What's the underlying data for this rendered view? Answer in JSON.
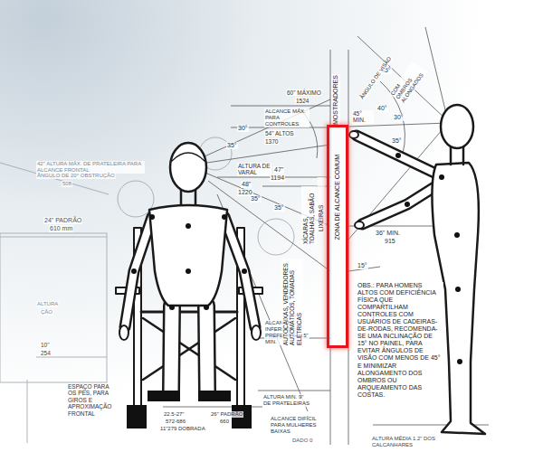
{
  "diagram": {
    "nodes": [
      {
        "text": [
          "ZONA DE ALCANCE COMUM"
        ]
      }
    ],
    "labels": [
      "42\" ALTURA MÁX. DE PRATELEIRA PARA ALCANCE FRONTAL",
      "ÂNGULO DE 20° OBSTRUÇÃO",
      "508",
      "24\" PADRÃO",
      "610 mm",
      "ALTURA",
      "ÇÃO",
      "10\"",
      "254",
      "ESPAÇO PARA OS PÉS, PARA GIROS E APROXIMAÇÃO FRONTAL",
      "22.5-27\"",
      "572-686",
      "11\"279 DOBRADA",
      "26\" PADRÃO",
      "660",
      "ALTURA MIN. 9\" DE PRATELEIRAS",
      "ALCANCE DIFÍCIL PARA MULHERES BAIXAS",
      "DADO 0",
      "ALCANCE INFERIOR PREFERIVEL 15\" MIN.",
      "60\" MÁXIMO",
      "1524",
      "ALCANCE MÁX. PARA CONTROLES",
      "54\" ALTOS",
      "1370",
      "ALTURA DE VARAL",
      "48\"",
      "1220",
      "47\"",
      "1194",
      "30°",
      "35°",
      "35°",
      "35°",
      "30°",
      "45° MIN.",
      "40°",
      "35°",
      "35°",
      "ÂNGULO DE VISÃO",
      "COM OMBROS ALONGADOS",
      "36\" MIN.",
      "915",
      "15°",
      "OBS.: PARA HOMENS ALTOS COM DEFICIÊNCIA FÍSICA QUE COMPARTILHAM CONTROLES COM USUÁRIOS DE CADEIRAS-DE-RODAS, RECOMENDA-SE UMA INCLINAÇÃO DE 15° NO PAINEL, PARA EVITAR ÂNGULOS DE VISÃO COM MENOS DE 45° E MINIMIZAR ALONGAMENTO DOS OMBROS OU ARQUEAMENTO DAS COSTAS.",
      "ALTURA MÉDIA 1.2\" DOS CALCANHARES",
      "MOSTRADORES",
      "LIXEIRAS",
      "XÍCARAS, TOALHAS, SABÃO",
      "AUTOCAIXAS, VENDEDORES AUTOMÁTICOS, TOMADAS ELÉTRICAS"
    ]
  }
}
